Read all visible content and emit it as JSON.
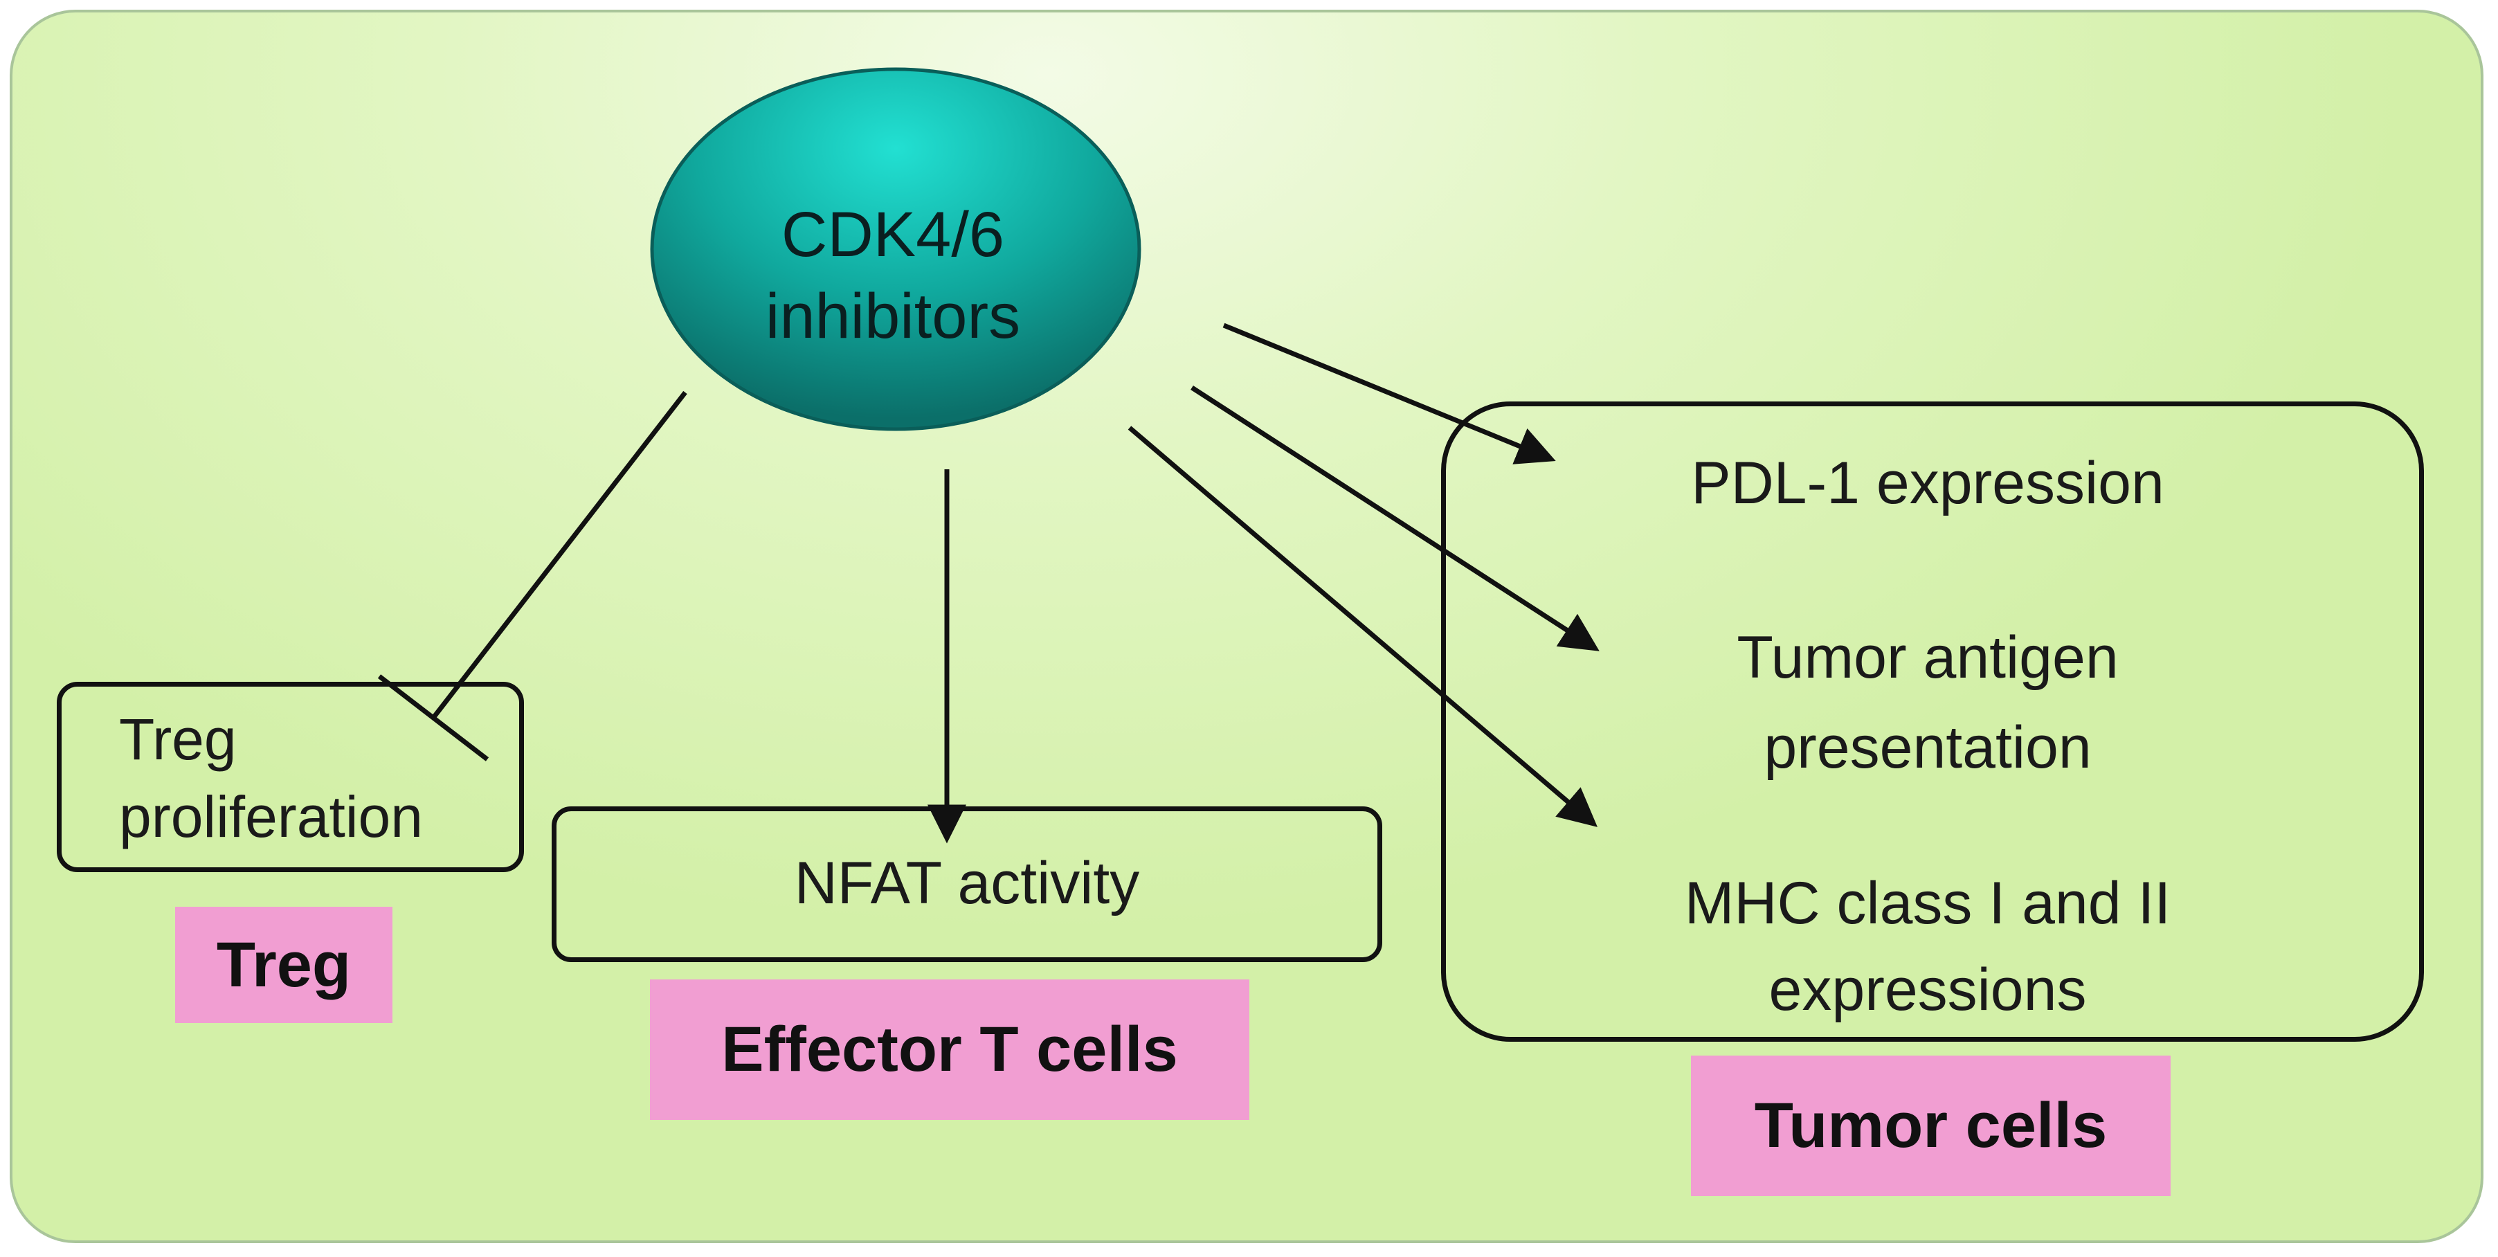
{
  "center_node": {
    "line1": "CDK4/6",
    "line2": "inhibitors"
  },
  "treg_box": {
    "line1": "Treg",
    "line2": "proliferation"
  },
  "effector_box": {
    "label": "NFAT activity"
  },
  "tumor_box": {
    "item1": "PDL-1 expression",
    "item2_line1": "Tumor antigen",
    "item2_line2": "presentation",
    "item3_line1": "MHC class I and II",
    "item3_line2": "expressions"
  },
  "tags": {
    "treg": "Treg",
    "effector": "Effector T cells",
    "tumor": "Tumor cells"
  },
  "colors": {
    "panel_fill": "#d8f2b0",
    "oval_fill": "#0e8f86",
    "oval_highlight": "#22e0d2",
    "tag_fill": "#f19ed2",
    "stroke": "#111111"
  }
}
